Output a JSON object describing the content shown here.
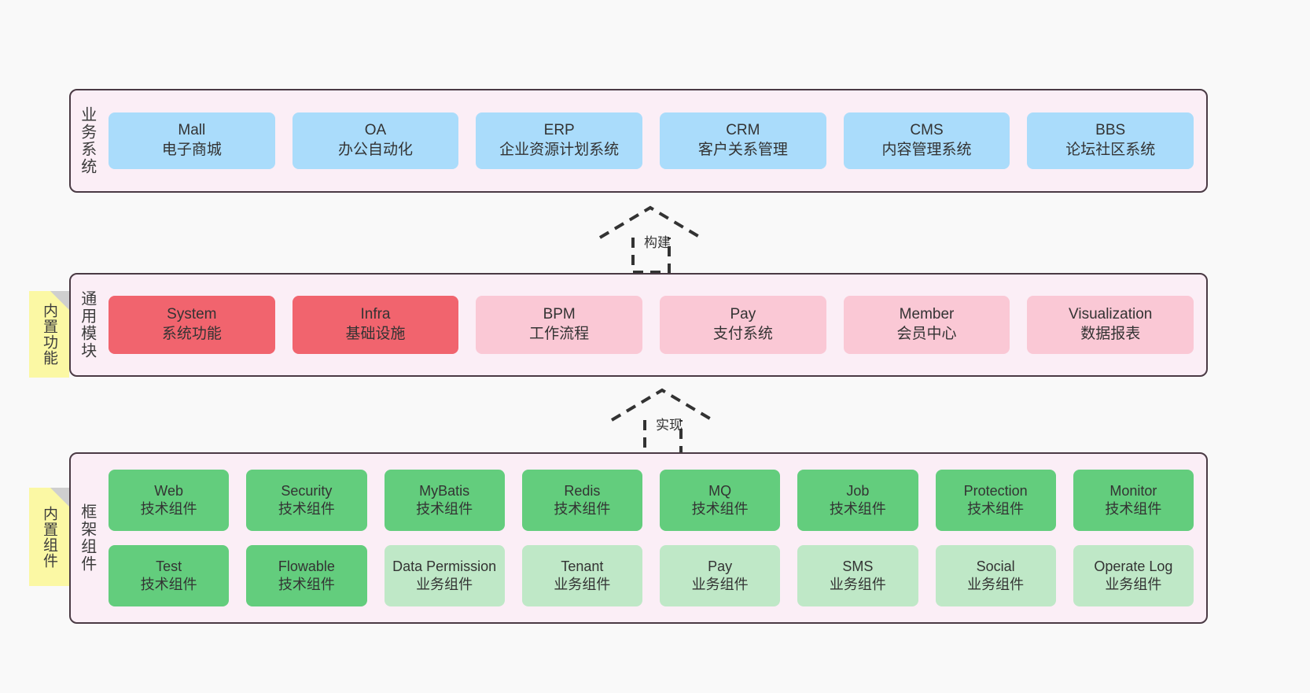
{
  "diagram": {
    "background_color": "#f9f9f9",
    "panel_color": "#fbeef6",
    "panel_border_color": "#4a3a44",
    "tab_color": "#fbf8a4"
  },
  "layers": {
    "business": {
      "title": "业务系统",
      "card_color": "#aadcfb",
      "cards": [
        {
          "name": "Mall",
          "desc": "电子商城"
        },
        {
          "name": "OA",
          "desc": "办公自动化"
        },
        {
          "name": "ERP",
          "desc": "企业资源计划系统"
        },
        {
          "name": "CRM",
          "desc": "客户关系管理"
        },
        {
          "name": "CMS",
          "desc": "内容管理系统"
        },
        {
          "name": "BBS",
          "desc": "论坛社区系统"
        }
      ]
    },
    "modules": {
      "title": "通用模块",
      "tab": "内置功能",
      "strong_color": "#f1646e",
      "soft_color": "#fac8d5",
      "cards": [
        {
          "name": "System",
          "desc": "系统功能",
          "style": "red"
        },
        {
          "name": "Infra",
          "desc": "基础设施",
          "style": "red"
        },
        {
          "name": "BPM",
          "desc": "工作流程",
          "style": "pink"
        },
        {
          "name": "Pay",
          "desc": "支付系统",
          "style": "pink"
        },
        {
          "name": "Member",
          "desc": "会员中心",
          "style": "pink"
        },
        {
          "name": "Visualization",
          "desc": "数据报表",
          "style": "pink"
        }
      ]
    },
    "framework": {
      "title": "框架组件",
      "tab": "内置组件",
      "tech_color": "#63cd7d",
      "biz_color": "#bfe8c7",
      "row1": [
        {
          "name": "Web",
          "desc": "技术组件",
          "style": "green"
        },
        {
          "name": "Security",
          "desc": "技术组件",
          "style": "green"
        },
        {
          "name": "MyBatis",
          "desc": "技术组件",
          "style": "green"
        },
        {
          "name": "Redis",
          "desc": "技术组件",
          "style": "green"
        },
        {
          "name": "MQ",
          "desc": "技术组件",
          "style": "green"
        },
        {
          "name": "Job",
          "desc": "技术组件",
          "style": "green"
        },
        {
          "name": "Protection",
          "desc": "技术组件",
          "style": "green"
        },
        {
          "name": "Monitor",
          "desc": "技术组件",
          "style": "green"
        }
      ],
      "row2": [
        {
          "name": "Test",
          "desc": "技术组件",
          "style": "green"
        },
        {
          "name": "Flowable",
          "desc": "技术组件",
          "style": "green"
        },
        {
          "name": "Data Permission",
          "desc": "业务组件",
          "style": "lgreen"
        },
        {
          "name": "Tenant",
          "desc": "业务组件",
          "style": "lgreen"
        },
        {
          "name": "Pay",
          "desc": "业务组件",
          "style": "lgreen"
        },
        {
          "name": "SMS",
          "desc": "业务组件",
          "style": "lgreen"
        },
        {
          "name": "Social",
          "desc": "业务组件",
          "style": "lgreen"
        },
        {
          "name": "Operate Log",
          "desc": "业务组件",
          "style": "lgreen"
        }
      ]
    }
  },
  "arrows": [
    {
      "id": "build",
      "label": "构建"
    },
    {
      "id": "implement",
      "label": "实现"
    }
  ]
}
